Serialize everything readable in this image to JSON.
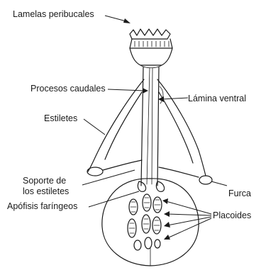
{
  "labels": {
    "lamelas": "Lamelas peribucales",
    "procesos": "Procesos caudales",
    "lamina": "Lámina ventral",
    "estiletes": "Estiletes",
    "soporte_line1": "Soporte de",
    "soporte_line2": "los estiletes",
    "apofisis": "Apófisis faríngeos",
    "furca": "Furca",
    "placoides": "Placoides"
  }
}
